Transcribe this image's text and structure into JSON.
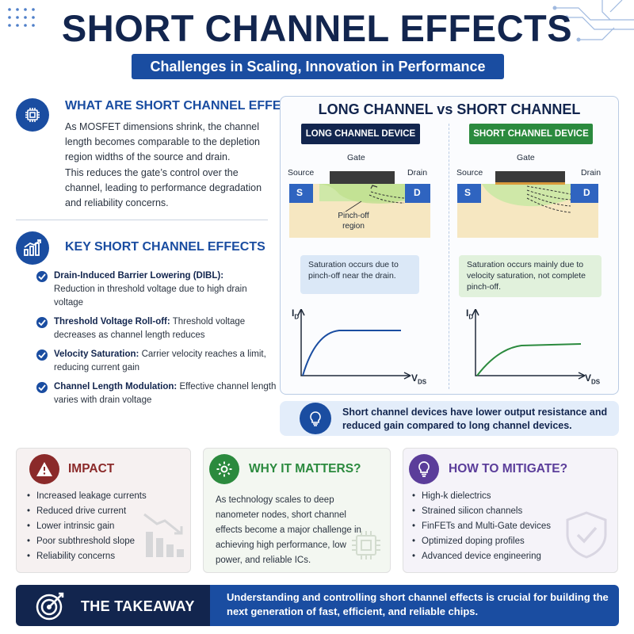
{
  "header": {
    "title": "SHORT CHANNEL EFFECTS",
    "subtitle": "Challenges in Scaling, Innovation in Performance"
  },
  "what_are": {
    "title": "WHAT ARE SHORT CHANNEL EFFECTS?",
    "para1": "As MOSFET dimensions shrink, the channel length becomes comparable to the depletion region widths of the source and drain.",
    "para2": "This reduces the gate’s control over the channel, leading to performance degradation and reliability concerns.",
    "icon": "chip-icon"
  },
  "key_effects": {
    "title": "KEY SHORT CHANNEL EFFECTS",
    "icon": "bar-chart-icon",
    "items": [
      {
        "name": "Drain-Induced Barrier Lowering (DIBL):",
        "desc": "Reduction in threshold voltage due to high drain voltage"
      },
      {
        "name": "Threshold Voltage Roll-off:",
        "desc": "Threshold voltage decreases as channel length reduces"
      },
      {
        "name": "Velocity Saturation:",
        "desc": "Carrier velocity reaches a limit, reducing current gain"
      },
      {
        "name": "Channel Length Modulation:",
        "desc": "Effective channel length varies with drain voltage"
      }
    ]
  },
  "comparison": {
    "title": "LONG CHANNEL vs SHORT CHANNEL",
    "long": {
      "tag": "LONG CHANNEL DEVICE",
      "gate": "Gate",
      "source": "Source",
      "drain": "Drain",
      "s": "S",
      "d": "D",
      "pinch_line1": "Pinch-off",
      "pinch_line2": "region",
      "note": "Saturation occurs due to pinch-off near the drain.",
      "y_axis": "I",
      "y_sub": "D",
      "x_axis": "V",
      "x_sub": "DS"
    },
    "short": {
      "tag": "SHORT CHANNEL DEVICE",
      "gate": "Gate",
      "source": "Source",
      "drain": "Drain",
      "s": "S",
      "d": "D",
      "note": "Saturation occurs mainly due to velocity saturation, not complete pinch-off.",
      "y_axis": "I",
      "y_sub": "D",
      "x_axis": "V",
      "x_sub": "DS"
    },
    "insight": "Short channel devices have lower output resistance and reduced gain compared to long channel devices.",
    "colors": {
      "long_curve": "#1a4da1",
      "short_curve": "#2b8a3e"
    }
  },
  "impact": {
    "title": "IMPACT",
    "icon": "warning-icon",
    "items": [
      "Increased leakage currents",
      "Reduced drive current",
      "Lower intrinsic gain",
      "Poor subthreshold slope",
      "Reliability concerns"
    ],
    "color": "#8b2a2a"
  },
  "why": {
    "title": "WHY IT MATTERS?",
    "icon": "gear-icon",
    "text": "As technology scales to deep nanometer nodes, short channel effects become a major challenge in achieving high performance, low power, and reliable ICs.",
    "color": "#2b8a3e"
  },
  "mitigate": {
    "title": "HOW TO MITIGATE?",
    "icon": "lightbulb-icon",
    "items": [
      "High-k dielectrics",
      "Strained silicon channels",
      "FinFETs and Multi-Gate devices",
      "Optimized doping profiles",
      "Advanced device engineering"
    ],
    "color": "#5b3d9a"
  },
  "takeaway": {
    "title": "THE TAKEAWAY",
    "icon": "target-icon",
    "text": "Understanding and controlling short channel effects is crucial for building the next generation of fast, efficient, and reliable chips."
  }
}
